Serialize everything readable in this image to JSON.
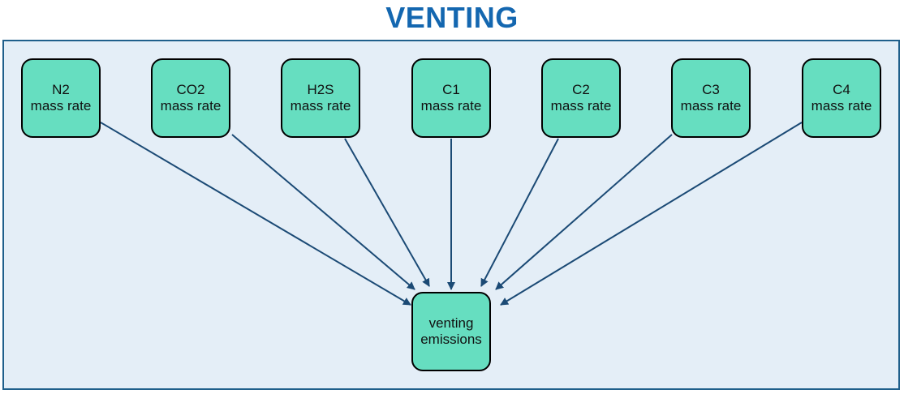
{
  "title": "VENTING",
  "colors": {
    "title": "#1467b0",
    "panel_fill": "#e4eef7",
    "panel_border": "#1f5f8b",
    "node_fill": "#66dec0",
    "node_border": "#000000",
    "edge": "#1b4a75"
  },
  "diagram": {
    "sources": [
      {
        "line1": "N2",
        "line2": "mass rate"
      },
      {
        "line1": "CO2",
        "line2": "mass rate"
      },
      {
        "line1": "H2S",
        "line2": "mass rate"
      },
      {
        "line1": "C1",
        "line2": "mass rate"
      },
      {
        "line1": "C2",
        "line2": "mass rate"
      },
      {
        "line1": "C3",
        "line2": "mass rate"
      },
      {
        "line1": "C4",
        "line2": "mass rate"
      }
    ],
    "target": {
      "line1": "venting",
      "line2": "emissions"
    },
    "edges": [
      {
        "from": 0,
        "to": "target"
      },
      {
        "from": 1,
        "to": "target"
      },
      {
        "from": 2,
        "to": "target"
      },
      {
        "from": 3,
        "to": "target"
      },
      {
        "from": 4,
        "to": "target"
      },
      {
        "from": 5,
        "to": "target"
      },
      {
        "from": 6,
        "to": "target"
      }
    ]
  }
}
